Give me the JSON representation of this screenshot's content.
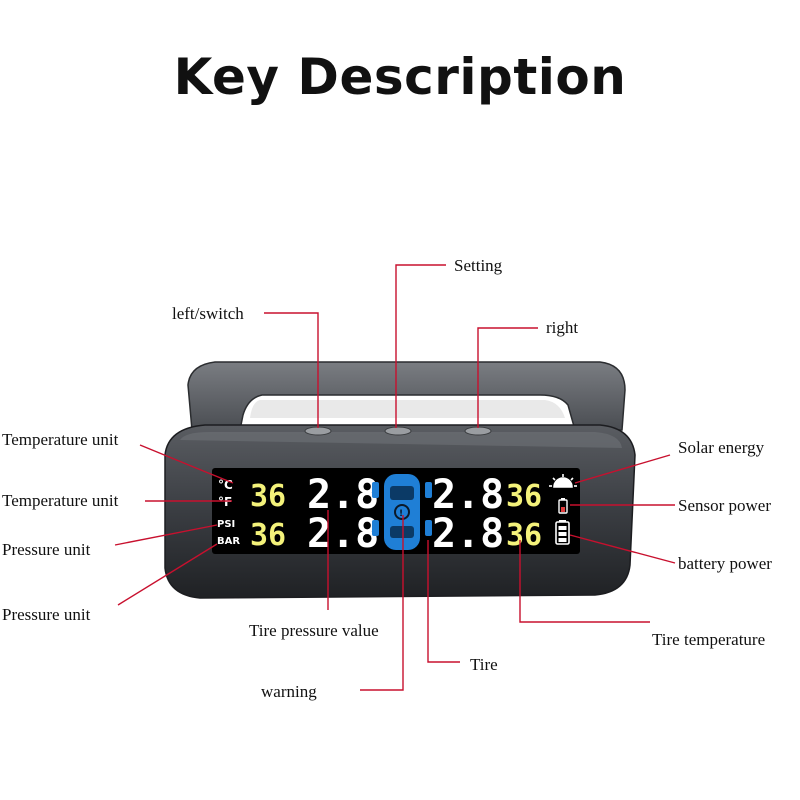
{
  "title": "Key Description",
  "labels": {
    "setting": "Setting",
    "left_switch": "left/switch",
    "right": "right",
    "temp_unit_1": "Temperature unit",
    "temp_unit_2": "Temperature unit",
    "pressure_unit_1": "Pressure unit",
    "pressure_unit_2": "Pressure unit",
    "solar_energy": "Solar energy",
    "sensor_power": "Sensor power",
    "battery_power": "battery power",
    "tire_pressure_value": "Tire pressure value",
    "tire": "Tire",
    "warning": "warning",
    "tire_temperature": "Tire temperature"
  },
  "display": {
    "unit_c": "°C",
    "unit_f": "°F",
    "unit_psi": "PSI",
    "unit_bar": "BAR",
    "temp_fl": "36",
    "temp_rl": "36",
    "pressure_fl": "2.8",
    "pressure_rl": "2.8",
    "pressure_fr": "2.8",
    "pressure_rr": "2.8",
    "temp_fr": "36",
    "temp_rr": "36"
  },
  "colors": {
    "leader_line": "#c8102e",
    "lcd_background": "#000000",
    "temp_digits": "#f4f27a",
    "pressure_digits": "#ffffff",
    "car_icon": "#1f7fd6"
  }
}
